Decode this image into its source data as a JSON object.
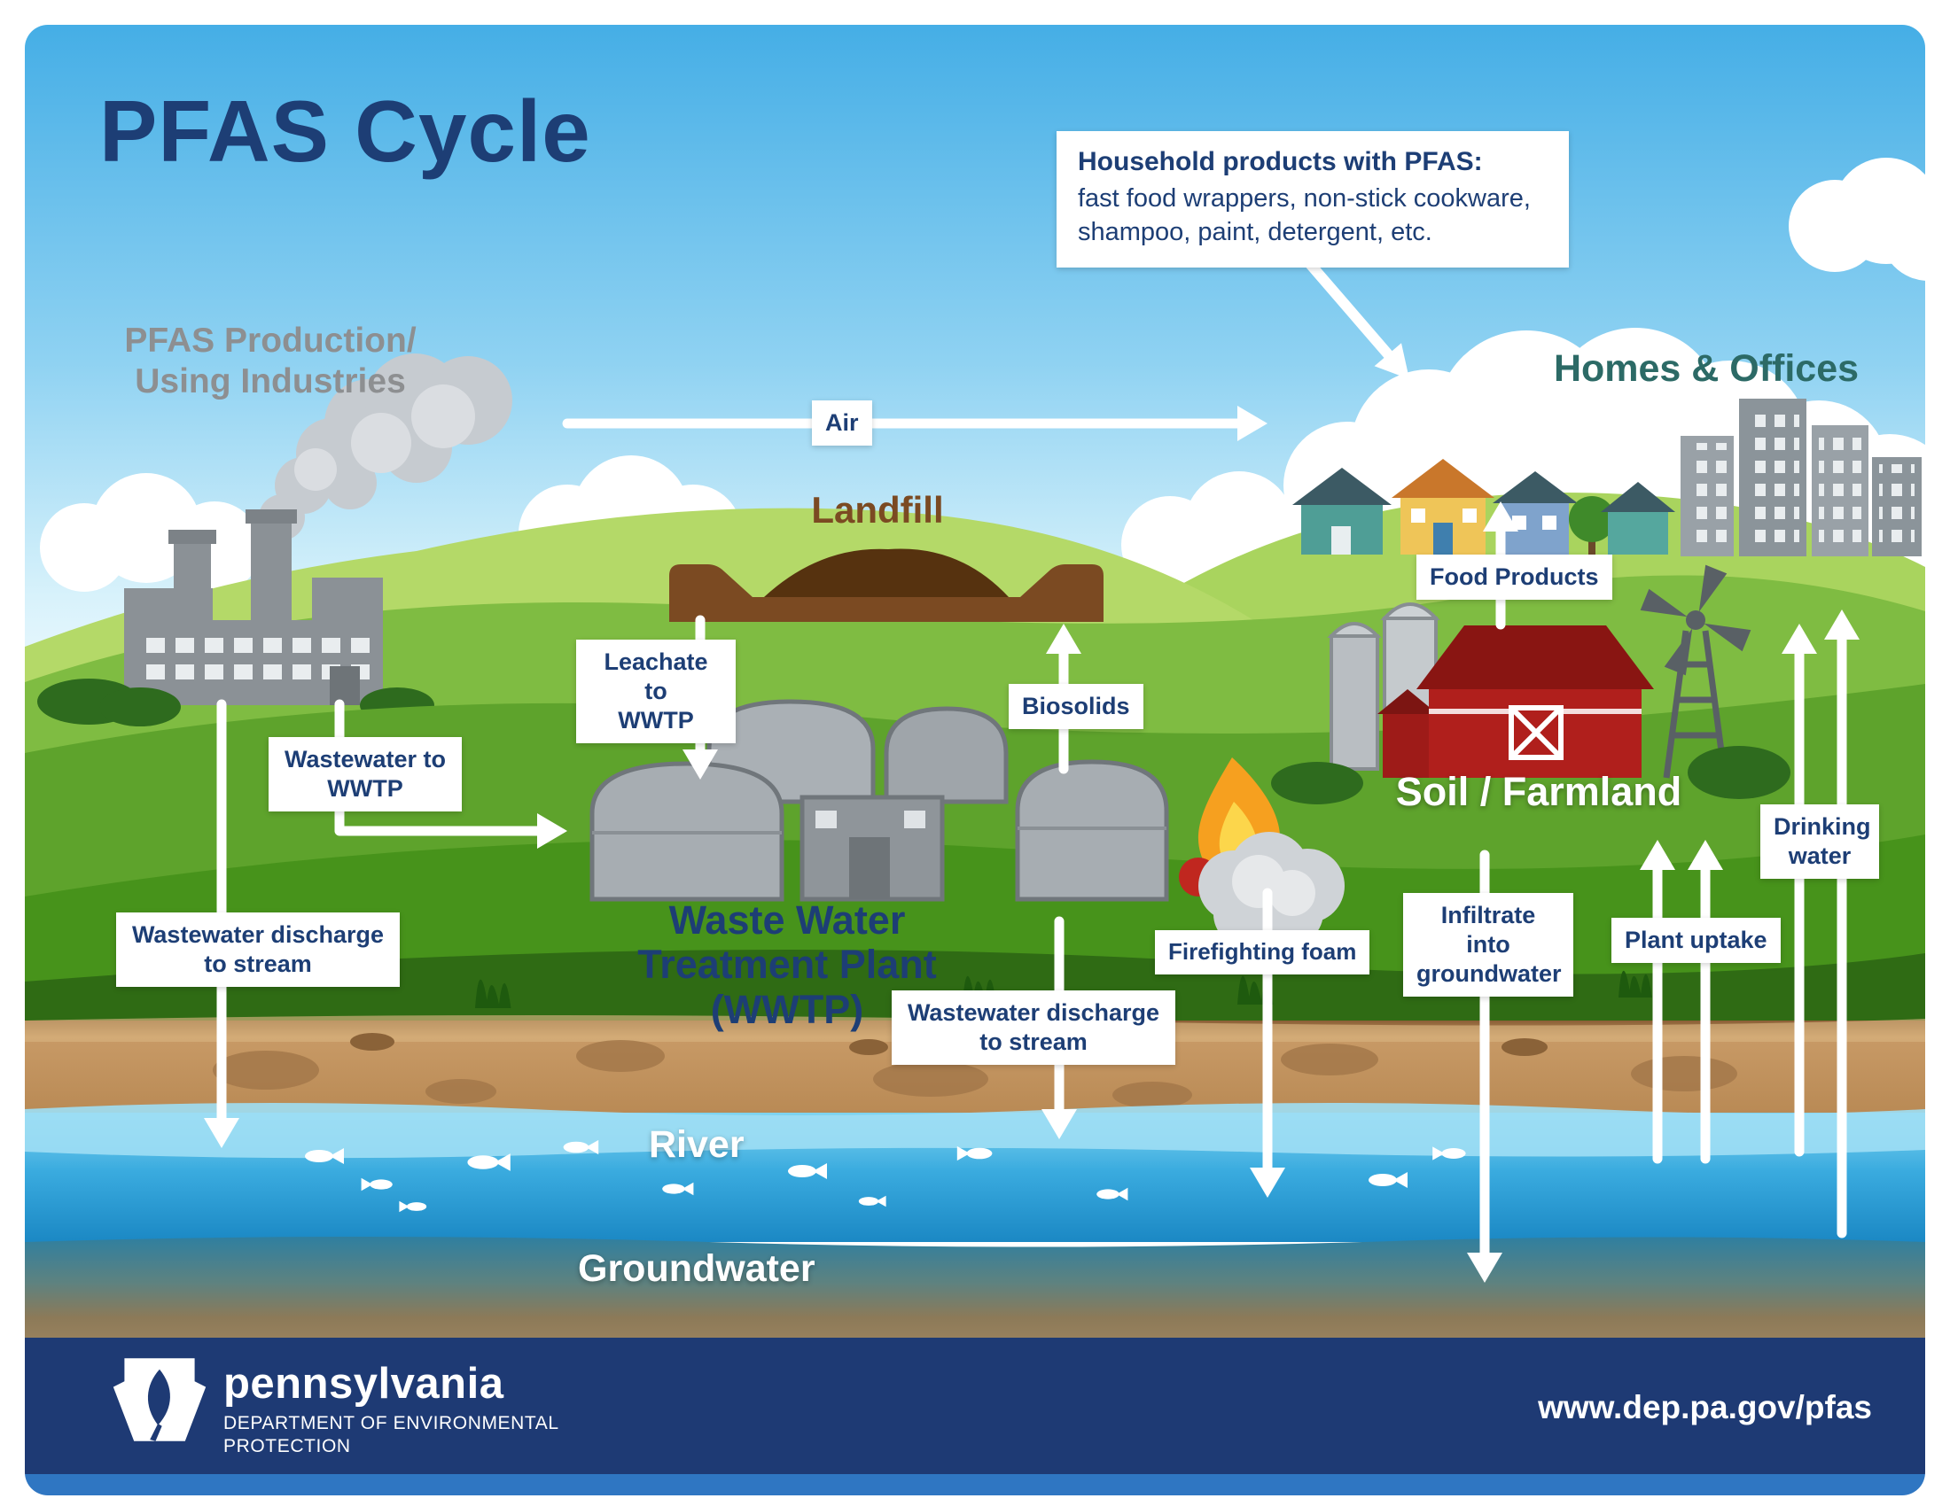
{
  "title": "PFAS Cycle",
  "labels": {
    "pfas_production": "PFAS Production/\nUsing Industries",
    "air": "Air",
    "landfill": "Landfill",
    "homes_offices": "Homes & Offices",
    "food_products": "Food Products",
    "leachate": "Leachate to\nWWTP",
    "wastewater_to_wwtp": "Wastewater to\nWWTP",
    "biosolids": "Biosolids",
    "soil_farmland": "Soil / Farmland",
    "wwtp": "Waste Water\nTreatment Plant\n(WWTP)",
    "discharge": "Wastewater discharge\nto stream",
    "firefighting_foam": "Firefighting foam",
    "infiltrate": "Infiltrate into\ngroundwater",
    "plant_uptake": "Plant uptake",
    "drinking_water": "Drinking\nwater",
    "river": "River",
    "groundwater": "Groundwater"
  },
  "callout": {
    "heading": "Household products with PFAS:",
    "body": "fast food wrappers, non-stick cookware, shampoo, paint, detergent, etc."
  },
  "footer": {
    "brand": "pennsylvania",
    "dept": "DEPARTMENT OF ENVIRONMENTAL\nPROTECTION",
    "url": "www.dep.pa.gov/pfas"
  },
  "colors": {
    "navy_text": "#1d3e75",
    "gray_text": "#8d8f91",
    "landfill_brown": "#7b4a22",
    "teal_text": "#2c6a66",
    "sky_blue": "#4fb3e8",
    "grass_green": "#5ea32c",
    "soil_tan": "#c2925c",
    "river_blue": "#2a9fd8",
    "barn_red": "#b01f1c",
    "footer_navy": "#1e3a74",
    "footer_blue": "#2f76c2",
    "arrow_white": "#ffffff"
  }
}
